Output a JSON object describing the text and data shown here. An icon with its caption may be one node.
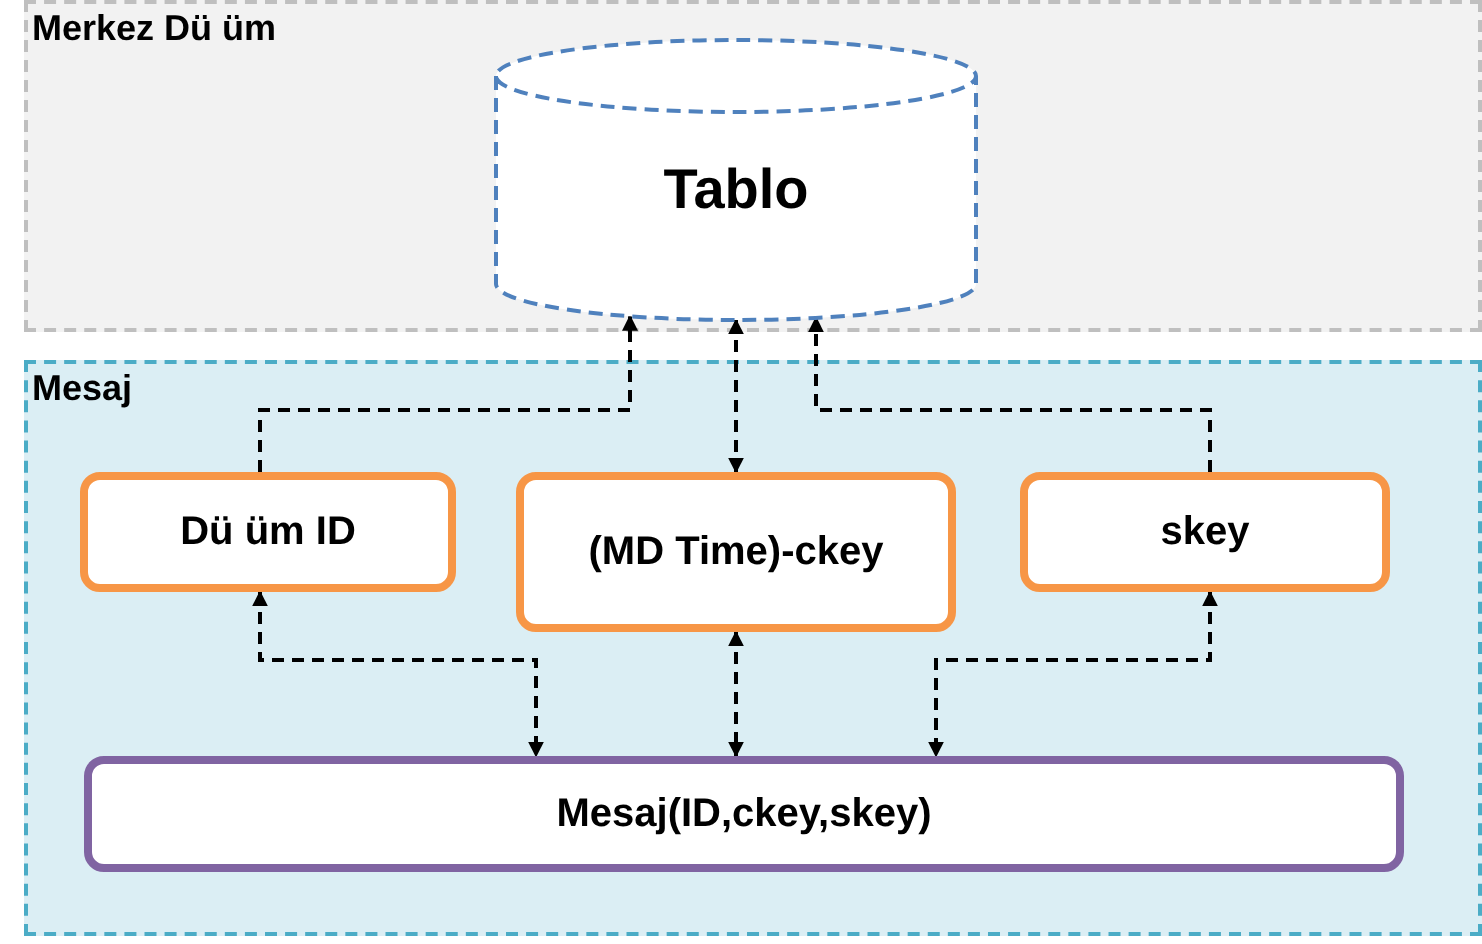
{
  "diagram": {
    "nodes": [
      {
        "text": [
          "Merkez Dü üm"
        ]
      },
      {
        "text": [
          "Tablo"
        ],
        "in": 0
      },
      {
        "text": [
          "Mesaj"
        ]
      },
      {
        "text": [
          "Dü üm ID"
        ],
        "in": 2
      },
      {
        "text": [
          "(MD Time)-ckey"
        ],
        "in": 2
      },
      {
        "text": [
          "skey"
        ],
        "in": 2
      },
      {
        "text": [
          "Mesaj(ID,ckey,skey)"
        ],
        "in": 2
      }
    ],
    "edges": [
      {
        "from": 3,
        "to": 1,
        "arrow": "to"
      },
      {
        "from": 4,
        "to": 1,
        "arrow": "both"
      },
      {
        "from": 5,
        "to": 1,
        "arrow": "to"
      },
      {
        "from": 3,
        "to": 6,
        "arrow": "both"
      },
      {
        "from": 4,
        "to": 6,
        "arrow": "both"
      },
      {
        "from": 5,
        "to": 6,
        "arrow": "both"
      }
    ]
  }
}
